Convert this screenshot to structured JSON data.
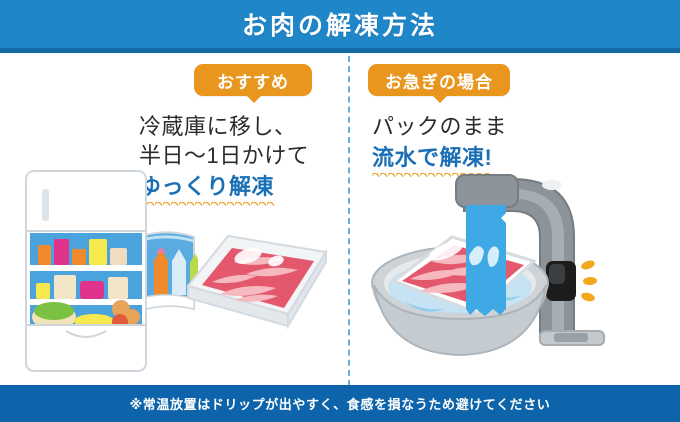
{
  "header": {
    "title": "お肉の解凍方法",
    "bg_color": "#1f86c8",
    "strip_color": "#166ba6",
    "title_color": "#ffffff"
  },
  "colors": {
    "badge_orange": "#e8961e",
    "accent_blue": "#1a6fb5",
    "divider_blue": "#6aaede",
    "footer_blue": "#0d64ab",
    "wave_orange": "#eaa32a",
    "body_text": "#2b2b2b"
  },
  "panels": [
    {
      "id": "slow-thaw",
      "badge": "おすすめ",
      "lines": [
        {
          "text": "冷蔵庫に移し、",
          "style": "normal"
        },
        {
          "text": "半日〜1日かけて",
          "style": "normal"
        },
        {
          "text": "ゆっくり解凍",
          "style": "accent-underlined"
        }
      ],
      "illustration": "refrigerator-with-meat-tray"
    },
    {
      "id": "running-water-thaw",
      "badge": "お急ぎの場合",
      "lines": [
        {
          "text": "パックのまま",
          "style": "normal"
        },
        {
          "text": "流水で解凍!",
          "style": "accent-underlined"
        }
      ],
      "illustration": "faucet-bowl-with-meat-pack"
    }
  ],
  "footer": {
    "note": "※常温放置はドリップが出やすく、食感を損なうため避けてください"
  }
}
